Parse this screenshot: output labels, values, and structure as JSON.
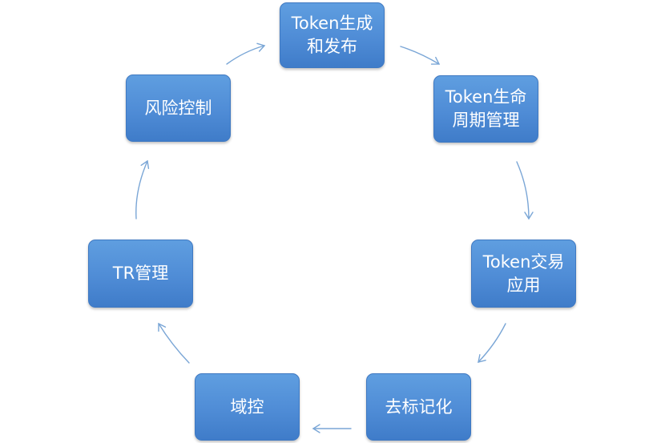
{
  "diagram": {
    "nodes": [
      {
        "id": "token-gen",
        "label": "Token生成\n和发布"
      },
      {
        "id": "token-lifecycle",
        "label": "Token生命\n周期管理"
      },
      {
        "id": "token-trade",
        "label": "Token交易\n应用"
      },
      {
        "id": "deidentify",
        "label": "去标记化"
      },
      {
        "id": "domain-control",
        "label": "域控"
      },
      {
        "id": "tr-manage",
        "label": "TR管理"
      },
      {
        "id": "risk-control",
        "label": "风险控制"
      }
    ],
    "arrow_color": "#7aa6d6",
    "node_color": "#4f8cd6"
  }
}
